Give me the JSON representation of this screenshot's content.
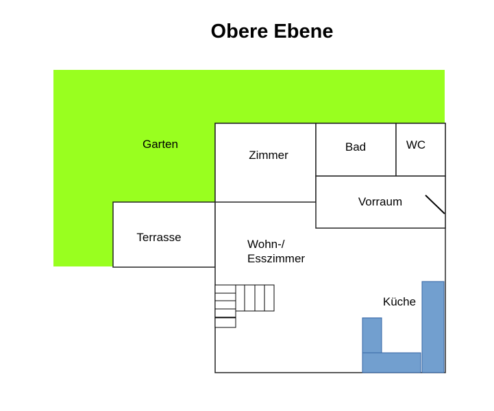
{
  "title": "Obere Ebene",
  "rooms": {
    "garten": "Garten",
    "zimmer": "Zimmer",
    "bad": "Bad",
    "wc": "WC",
    "vorraum": "Vorraum",
    "terrasse": "Terrasse",
    "wohn_line1": "Wohn-/",
    "wohn_line2": "Esszimmer",
    "kueche": "Küche"
  },
  "colors": {
    "garden": "#99ff1f",
    "kitchen": "#729fcf"
  }
}
